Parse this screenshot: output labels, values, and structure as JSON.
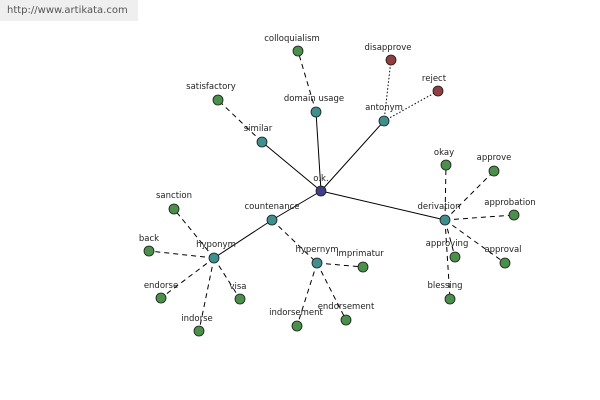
{
  "banner": {
    "url_text": "http://www.artikata.com"
  },
  "colors": {
    "center": "#404088",
    "hub": "#3f8f8f",
    "leaf": "#4a8f4a",
    "antonym_leaf": "#8f3f3f",
    "edge": "#000000"
  },
  "graph": {
    "nodes": [
      {
        "id": "ok",
        "label": "o.k.",
        "kind": "center"
      },
      {
        "id": "similar",
        "label": "similar",
        "kind": "hub"
      },
      {
        "id": "domain",
        "label": "domain usage",
        "kind": "hub"
      },
      {
        "id": "antonym",
        "label": "antonym",
        "kind": "hub"
      },
      {
        "id": "derivation",
        "label": "derivation",
        "kind": "hub"
      },
      {
        "id": "countenance",
        "label": "countenance",
        "kind": "hub"
      },
      {
        "id": "hyponym",
        "label": "hyponym",
        "kind": "hub"
      },
      {
        "id": "hypernym",
        "label": "hypernym",
        "kind": "hub"
      },
      {
        "id": "satisfactory",
        "label": "satisfactory",
        "kind": "leaf"
      },
      {
        "id": "colloquialism",
        "label": "colloquialism",
        "kind": "leaf"
      },
      {
        "id": "disapprove",
        "label": "disapprove",
        "kind": "antonym_leaf"
      },
      {
        "id": "reject",
        "label": "reject",
        "kind": "antonym_leaf"
      },
      {
        "id": "okay",
        "label": "okay",
        "kind": "leaf"
      },
      {
        "id": "approve",
        "label": "approve",
        "kind": "leaf"
      },
      {
        "id": "approbation",
        "label": "approbation",
        "kind": "leaf"
      },
      {
        "id": "approving",
        "label": "approving",
        "kind": "leaf"
      },
      {
        "id": "approval",
        "label": "approval",
        "kind": "leaf"
      },
      {
        "id": "blessing",
        "label": "blessing",
        "kind": "leaf"
      },
      {
        "id": "sanction",
        "label": "sanction",
        "kind": "leaf"
      },
      {
        "id": "back",
        "label": "back",
        "kind": "leaf"
      },
      {
        "id": "endorse",
        "label": "endorse",
        "kind": "leaf"
      },
      {
        "id": "indorse",
        "label": "indorse",
        "kind": "leaf"
      },
      {
        "id": "visa",
        "label": "visa",
        "kind": "leaf"
      },
      {
        "id": "imprimatur",
        "label": "imprimatur",
        "kind": "leaf"
      },
      {
        "id": "indorsement",
        "label": "indorsement",
        "kind": "leaf"
      },
      {
        "id": "endorsement",
        "label": "endorsement",
        "kind": "leaf"
      }
    ],
    "edges": [
      {
        "from": "ok",
        "to": "similar",
        "style": "solid"
      },
      {
        "from": "ok",
        "to": "domain",
        "style": "solid"
      },
      {
        "from": "ok",
        "to": "antonym",
        "style": "solid"
      },
      {
        "from": "ok",
        "to": "derivation",
        "style": "solid"
      },
      {
        "from": "ok",
        "to": "countenance",
        "style": "solid"
      },
      {
        "from": "countenance",
        "to": "hyponym",
        "style": "solid"
      },
      {
        "from": "countenance",
        "to": "hypernym",
        "style": "dashed"
      },
      {
        "from": "similar",
        "to": "satisfactory",
        "style": "dashed"
      },
      {
        "from": "domain",
        "to": "colloquialism",
        "style": "dashed"
      },
      {
        "from": "antonym",
        "to": "disapprove",
        "style": "dotted"
      },
      {
        "from": "antonym",
        "to": "reject",
        "style": "dotted"
      },
      {
        "from": "derivation",
        "to": "okay",
        "style": "dashed"
      },
      {
        "from": "derivation",
        "to": "approve",
        "style": "dashed"
      },
      {
        "from": "derivation",
        "to": "approbation",
        "style": "dashed"
      },
      {
        "from": "derivation",
        "to": "approving",
        "style": "dashed"
      },
      {
        "from": "derivation",
        "to": "approval",
        "style": "dashed"
      },
      {
        "from": "derivation",
        "to": "blessing",
        "style": "dashed"
      },
      {
        "from": "hyponym",
        "to": "sanction",
        "style": "dashed"
      },
      {
        "from": "hyponym",
        "to": "back",
        "style": "dashed"
      },
      {
        "from": "hyponym",
        "to": "endorse",
        "style": "dashed"
      },
      {
        "from": "hyponym",
        "to": "indorse",
        "style": "dashed"
      },
      {
        "from": "hyponym",
        "to": "visa",
        "style": "dashed"
      },
      {
        "from": "hypernym",
        "to": "imprimatur",
        "style": "dashed"
      },
      {
        "from": "hypernym",
        "to": "indorsement",
        "style": "dashed"
      },
      {
        "from": "hypernym",
        "to": "endorsement",
        "style": "dashed"
      }
    ]
  }
}
